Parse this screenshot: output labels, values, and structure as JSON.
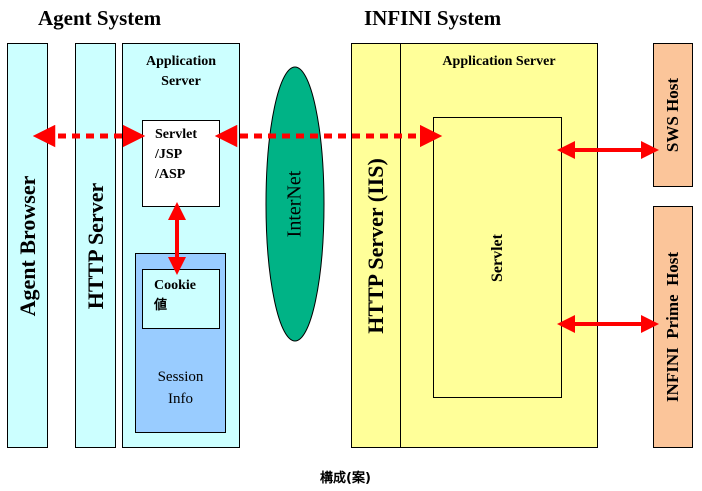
{
  "titles": {
    "agent_system": "Agent System",
    "infini_system": "INFINI System"
  },
  "agent": {
    "browser": "Agent Browser",
    "http_server": "HTTP Server",
    "app_server": "Application Server",
    "servlet_box": [
      "Servlet",
      "/JSP",
      "/ASP"
    ],
    "cookie_box": [
      "Cookie",
      "値"
    ],
    "session_box": [
      "Session",
      "Info"
    ]
  },
  "internet": "InterNet",
  "infini": {
    "http_server": "HTTP Server (IIS)",
    "app_server": "Application Server",
    "servlet": "Servlet"
  },
  "hosts": {
    "sws": "SWS Host",
    "prime": "INFINI  Prime  Host"
  },
  "caption": "構成(案)",
  "colors": {
    "cyan_fill": "#ccffff",
    "yellow_fill": "#ffff99",
    "orange_fill": "#fbc59a",
    "session_fill": "#99ccff",
    "internet_fill": "#00b386",
    "arrow": "#ff0000"
  }
}
